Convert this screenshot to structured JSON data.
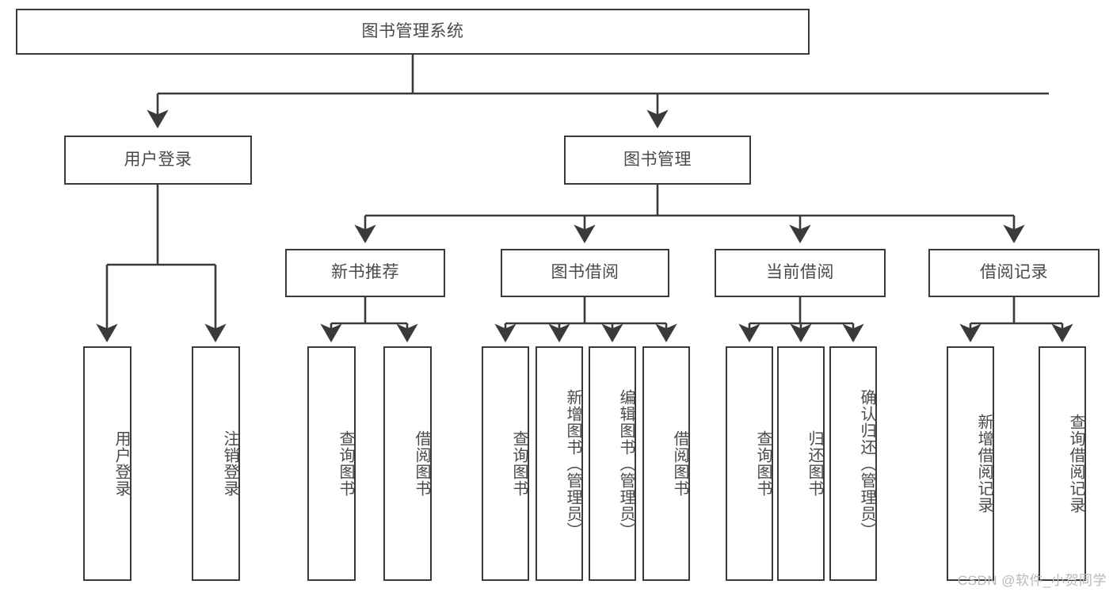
{
  "diagram": {
    "type": "tree-hierarchy",
    "title": "图书管理系统",
    "watermark": "CSDN @软件_小贺同学",
    "colors": {
      "stroke": "#3a3a3a",
      "text": "#4a4a4a",
      "background": "#ffffff",
      "watermark": "#b9b9b9"
    },
    "root": {
      "label": "图书管理系统"
    },
    "level2": [
      {
        "label": "用户登录"
      },
      {
        "label": "图书管理"
      }
    ],
    "level3": [
      {
        "label": "新书推荐"
      },
      {
        "label": "图书借阅"
      },
      {
        "label": "当前借阅"
      },
      {
        "label": "借阅记录"
      }
    ],
    "leaves": {
      "user_login": [
        {
          "label": "用户登录"
        },
        {
          "label": "注销登录"
        }
      ],
      "new_book": [
        {
          "label": "查询图书"
        },
        {
          "label": "借阅图书"
        }
      ],
      "book_borrow": [
        {
          "label": "查询图书"
        },
        {
          "label": "新增图书（管理员）"
        },
        {
          "label": "编辑图书（管理员）"
        },
        {
          "label": "借阅图书"
        }
      ],
      "current_borrow": [
        {
          "label": "查询图书"
        },
        {
          "label": "归还图书"
        },
        {
          "label": "确认归还（管理员）"
        }
      ],
      "borrow_record": [
        {
          "label": "新增借阅记录"
        },
        {
          "label": "查询借阅记录"
        }
      ]
    }
  }
}
